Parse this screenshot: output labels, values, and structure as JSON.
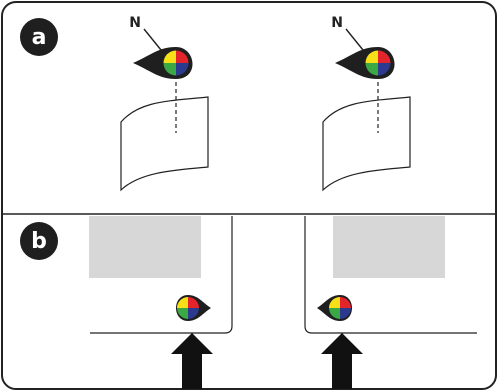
{
  "panels": [
    {
      "id": "a",
      "label": "a"
    },
    {
      "id": "b",
      "label": "b"
    }
  ],
  "pointer_label": "N",
  "colors": {
    "frame": "#222222",
    "badge": "#1f1f1f",
    "paper_gray": "#d7d7d7",
    "arrow": "#111111",
    "quadrant_top_left": "#f7e017",
    "quadrant_top_right": "#e3242b",
    "quadrant_bottom_left": "#3aa845",
    "quadrant_bottom_right": "#2b3a8f"
  },
  "icons": [
    "color-sensor-icon",
    "up-arrow-icon",
    "curled-sheet-icon"
  ]
}
